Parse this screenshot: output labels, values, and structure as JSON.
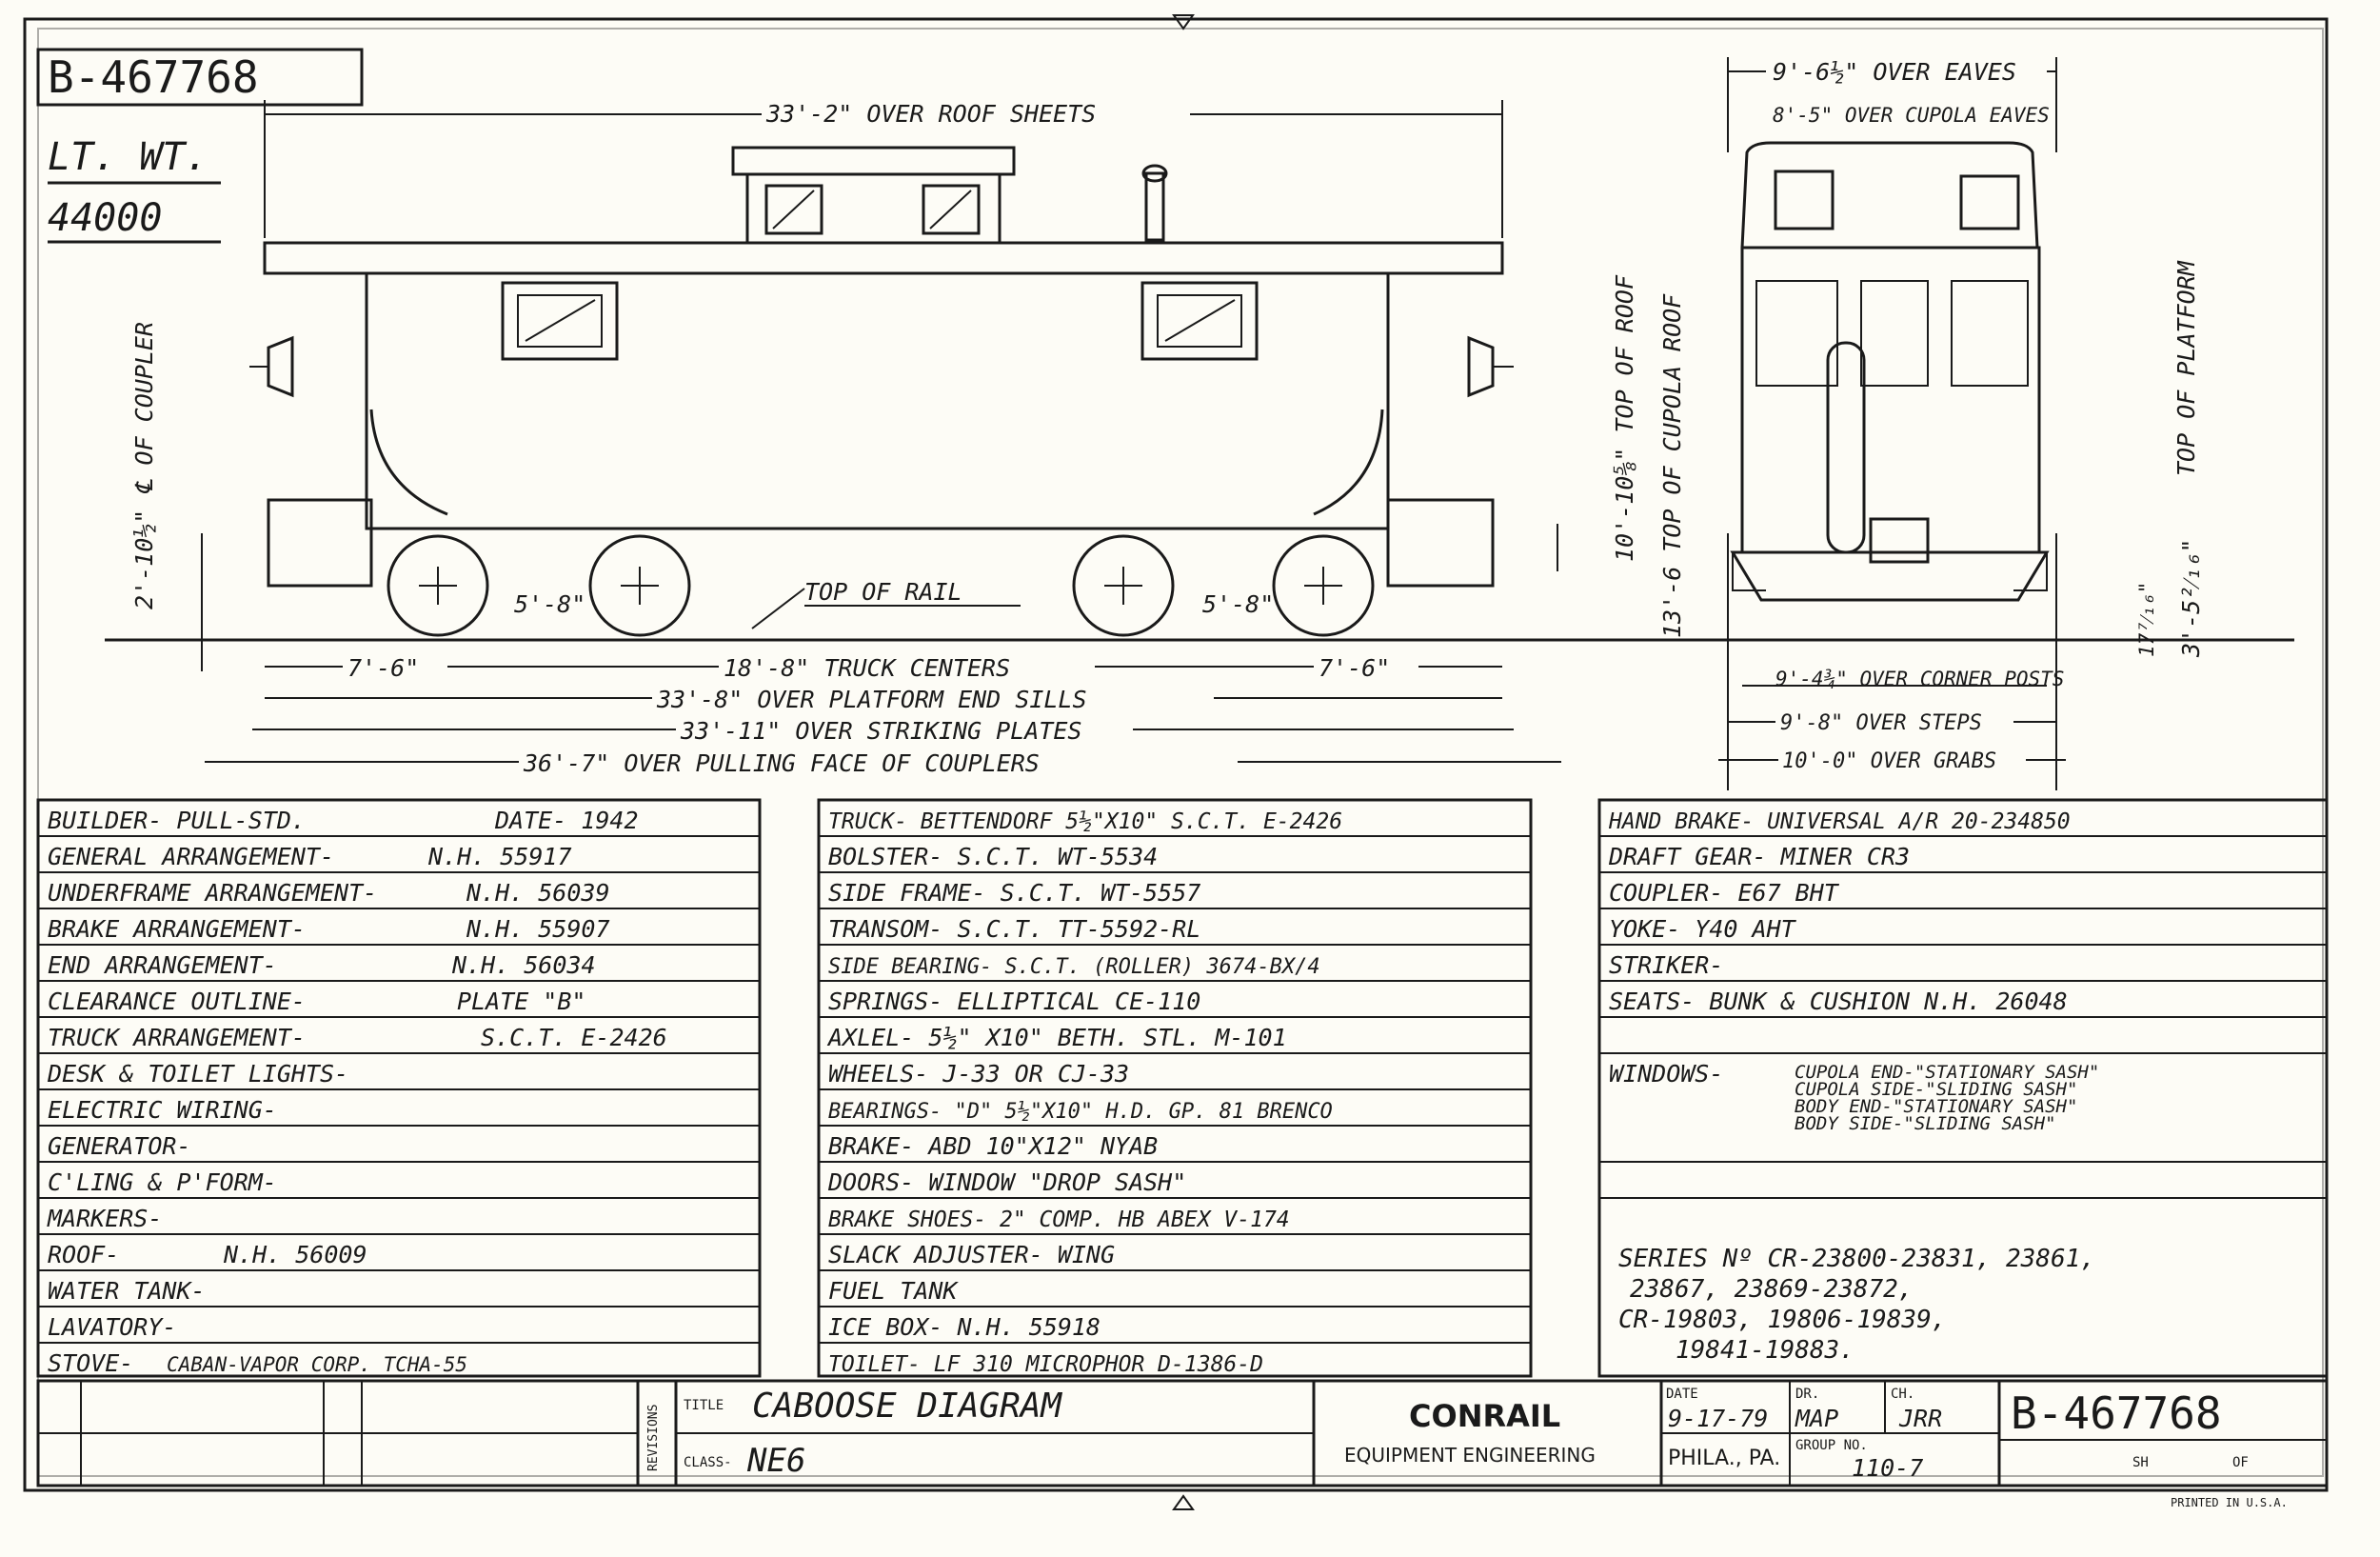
{
  "header": {
    "drawing_number": "B-467768",
    "lt_wt_label": "LT. WT.",
    "lt_wt_value": "44000"
  },
  "side_view": {
    "over_roof_sheets": "33'-2\" OVER ROOF SHEETS",
    "coupler_height": "2'-10½\" ℄ OF COUPLER",
    "wheel_spacing_left": "5'-8\"",
    "wheel_spacing_right": "5'-8\"",
    "top_of_rail": "TOP OF RAIL",
    "top_of_roof": "10'-10⅝\" TOP OF ROOF",
    "top_of_cupola_roof": "13'-6 TOP OF CUPOLA ROOF",
    "overhang_left": "7'-6\"",
    "truck_centers": "18'-8\" TRUCK CENTERS",
    "overhang_right": "7'-6\"",
    "over_platform_end_sills": "33'-8\" OVER PLATFORM END SILLS",
    "over_striking_plates": "33'-11\" OVER STRIKING PLATES",
    "over_pulling_face": "36'-7\" OVER PULLING FACE OF COUPLERS"
  },
  "end_view": {
    "over_eaves": "9'-6½\" OVER EAVES",
    "over_cupola_eaves": "8'-5\" OVER CUPOLA EAVES",
    "top_of_platform": "TOP OF PLATFORM",
    "platform_height": "3'-5²⁄₁₆\"",
    "step_height": "17⁷⁄₁₆\"",
    "over_corner_posts": "9'-4¾\" OVER CORNER POSTS",
    "over_steps": "9'-8\" OVER STEPS",
    "over_grabs": "10'-0\" OVER GRABS"
  },
  "specs_col1": [
    {
      "label": "BUILDER- PULL-STD.",
      "value": "DATE- 1942"
    },
    {
      "label": "GENERAL ARRANGEMENT-",
      "value": "N.H. 55917"
    },
    {
      "label": "UNDERFRAME ARRANGEMENT-",
      "value": "N.H. 56039"
    },
    {
      "label": "BRAKE ARRANGEMENT-",
      "value": "N.H. 55907"
    },
    {
      "label": "END ARRANGEMENT-",
      "value": "N.H. 56034"
    },
    {
      "label": "CLEARANCE OUTLINE-",
      "value": "PLATE \"B\""
    },
    {
      "label": "TRUCK ARRANGEMENT-",
      "value": "S.C.T. E-2426"
    },
    {
      "label": "DESK & TOILET LIGHTS-",
      "value": ""
    },
    {
      "label": "ELECTRIC WIRING-",
      "value": ""
    },
    {
      "label": "GENERATOR-",
      "value": ""
    },
    {
      "label": "C'LING & P'FORM-",
      "value": ""
    },
    {
      "label": "MARKERS-",
      "value": ""
    },
    {
      "label": "ROOF-",
      "value": "N.H. 56009"
    },
    {
      "label": "WATER TANK-",
      "value": ""
    },
    {
      "label": "LAVATORY-",
      "value": ""
    },
    {
      "label": "STOVE-",
      "value": "CABAN-VAPOR CORP. TCHA-55"
    }
  ],
  "specs_col2": [
    "TRUCK- BETTENDORF 5½\"X10\" S.C.T. E-2426",
    "BOLSTER-   S.C.T. WT-5534",
    "SIDE FRAME-   S.C.T. WT-5557",
    "TRANSOM-   S.C.T. TT-5592-RL",
    "SIDE BEARING- S.C.T. (ROLLER) 3674-BX/4",
    "SPRINGS- ELLIPTICAL  CE-110",
    "AXLEL- 5½\" X10\" BETH. STL.  M-101",
    "WHEELS- J-33 OR CJ-33",
    "BEARINGS- \"D\" 5½\"X10\" H.D. GP. 81 BRENCO",
    "BRAKE- ABD 10\"X12\"  NYAB",
    "DOORS- WINDOW \"DROP SASH\"",
    "BRAKE SHOES- 2\" COMP. HB  ABEX V-174",
    "SLACK ADJUSTER-  WING",
    "FUEL TANK",
    "ICE BOX-   N.H. 55918",
    "TOILET- LF 310 MICROPHOR D-1386-D"
  ],
  "specs_col3": {
    "rows": [
      "HAND BRAKE- UNIVERSAL A/R 20-234850",
      "DRAFT GEAR- MINER CR3",
      "COUPLER- E67 BHT",
      "YOKE- Y40 AHT",
      "STRIKER-",
      "SEATS- BUNK & CUSHION N.H. 26048"
    ],
    "windows_label": "WINDOWS-",
    "windows_lines": [
      "CUPOLA END-\"STATIONARY SASH\"",
      "CUPOLA SIDE-\"SLIDING SASH\"",
      "BODY END-\"STATIONARY SASH\"",
      "BODY SIDE-\"SLIDING SASH\""
    ],
    "series_lines": [
      "SERIES  Nº CR-23800-23831, 23861,",
      "23867, 23869-23872,",
      "CR-19803, 19806-19839,",
      "19841-19883."
    ]
  },
  "title_block": {
    "revisions_label": "REVISIONS",
    "title_label": "TITLE",
    "title": "CABOOSE DIAGRAM",
    "class_label": "CLASS-",
    "class_value": "NE6",
    "company": "CONRAIL",
    "department": "EQUIPMENT ENGINEERING",
    "date_label": "DATE",
    "date": "9-17-79",
    "dr_label": "DR.",
    "dr": "MAP",
    "ch_label": "CH.",
    "ch": "JRR",
    "location": "PHILA., PA.",
    "group_label": "GROUP NO.",
    "group": "110-7",
    "drawing_number": "B-467768",
    "sh_label": "SH",
    "of_label": "OF",
    "printed": "PRINTED IN U.S.A."
  }
}
